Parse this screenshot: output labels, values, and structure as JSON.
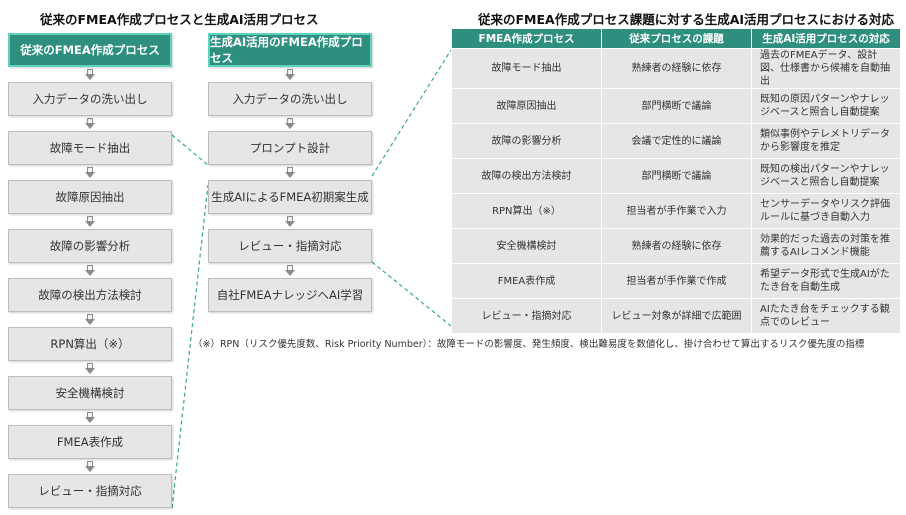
{
  "titles": {
    "left": "従来のFMEA作成プロセスと生成AI活用プロセス",
    "right": "従来のFMEA作成プロセス課題に対する生成AI活用プロセスにおける対応"
  },
  "conventional": {
    "header": "従来のFMEA作成プロセス",
    "steps": [
      "入力データの洗い出し",
      "故障モード抽出",
      "故障原因抽出",
      "故障の影響分析",
      "故障の検出方法検討",
      "RPN算出（※）",
      "安全機構検討",
      "FMEA表作成",
      "レビュー・指摘対応"
    ]
  },
  "genai": {
    "header": "生成AI活用のFMEA作成プロセス",
    "steps": [
      "入力データの洗い出し",
      "プロンプト設計",
      "生成AIによるFMEA初期案生成",
      "レビュー・指摘対応",
      "自社FMEAナレッジへAI学習"
    ]
  },
  "table": {
    "headers": [
      "FMEA作成プロセス",
      "従来プロセスの課題",
      "生成AI活用プロセスの対応"
    ],
    "rows": [
      [
        "故障モード抽出",
        "熟練者の経験に依存",
        "過去のFMEAデータ、設計図、仕様書から候補を自動抽出"
      ],
      [
        "故障原因抽出",
        "部門横断で議論",
        "既知の原因パターンやナレッジベースと照合し自動提案"
      ],
      [
        "故障の影響分析",
        "会議で定性的に議論",
        "類似事例やテレメトリデータから影響度を推定"
      ],
      [
        "故障の検出方法検討",
        "部門横断で議論",
        "既知の検出パターンやナレッジベースと照合し自動提案"
      ],
      [
        "RPN算出（※）",
        "担当者が手作業で入力",
        "センサーデータやリスク評価ルールに基づき自動入力"
      ],
      [
        "安全機構検討",
        "熟練者の経験に依存",
        "効果的だった過去の対策を推薦するAIレコメンド機能"
      ],
      [
        "FMEA表作成",
        "担当者が手作業で作成",
        "希望データ形式で生成AIがたたき台を自動生成"
      ],
      [
        "レビュー・指摘対応",
        "レビュー対象が詳細で広範囲",
        "AIたたき台をチェックする観点でのレビュー"
      ]
    ]
  },
  "footnote": "（※）RPN（リスク優先度数、Risk Priority Number）：故障モードの影響度、発生頻度、検出難易度を数値化し、掛け合わせて算出するリスク優先度の指標",
  "colors": {
    "accent": "#2f8f7f",
    "accent_border": "#5fd3bd",
    "box": "#e6e6e6",
    "connector": "#3aa895"
  }
}
